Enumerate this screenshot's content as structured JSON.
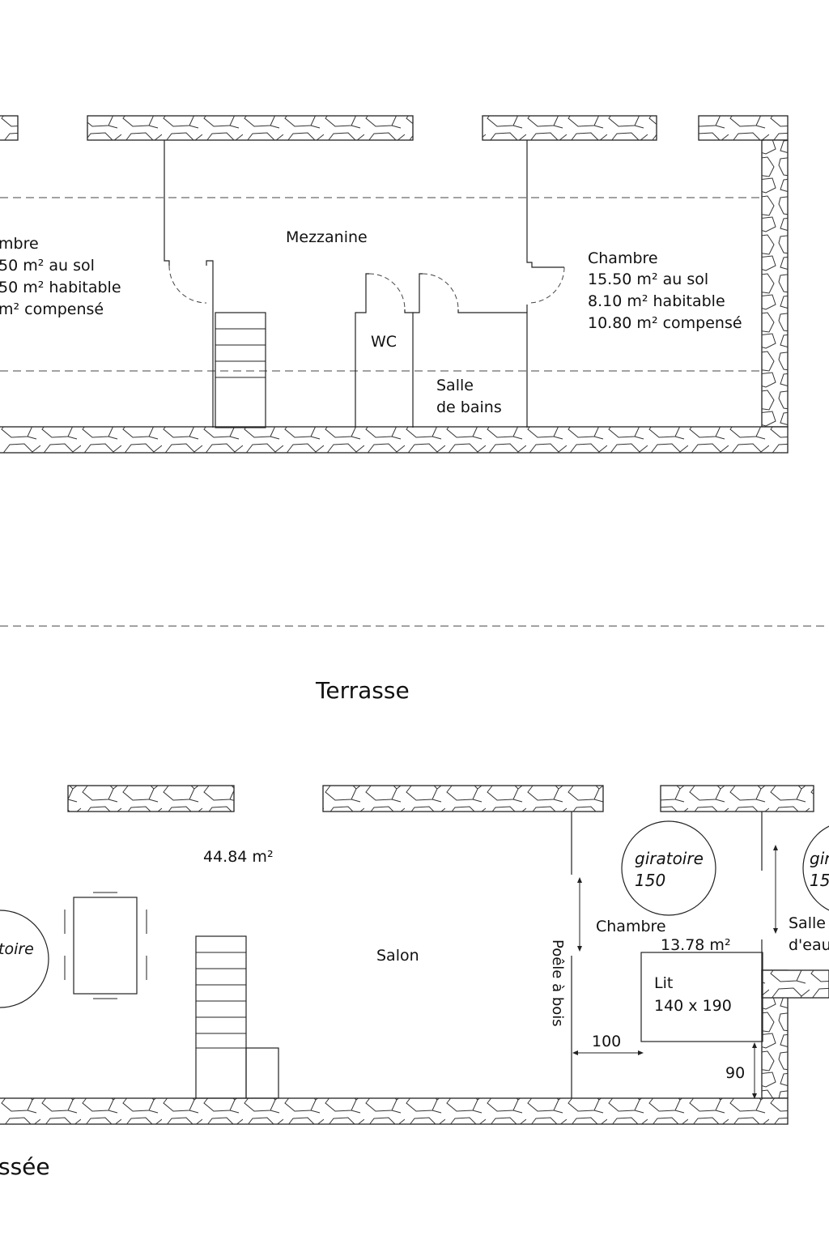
{
  "upper_floor": {
    "left_room": {
      "name": "mbre",
      "line1": "50 m² au sol",
      "line2": "50 m² habitable",
      "line3": "m² compensé"
    },
    "mezzanine": "Mezzanine",
    "wc": "WC",
    "bathroom": {
      "line1": "Salle",
      "line2": "de bains"
    },
    "right_room": {
      "name": "Chambre",
      "line1": "15.50 m² au sol",
      "line2": "8.10 m² habitable",
      "line3": "10.80 m² compensé"
    }
  },
  "terrace": "Terrasse",
  "ground_floor": {
    "title": "ssée",
    "salon_area": "44.84 m²",
    "salon": "Salon",
    "left_giratoire": "toire",
    "stove": "Poêle à bois",
    "bedroom": "Chambre",
    "bedroom_area": "13.78 m²",
    "giratoire_1": {
      "line1": "giratoire",
      "line2": "150"
    },
    "giratoire_2": {
      "line1": "gir",
      "line2": "15"
    },
    "shower_room": {
      "line1": "Salle",
      "line2": "d'eau"
    },
    "bed": {
      "line1": "Lit",
      "line2": "140 x 190"
    },
    "dim_100": "100",
    "dim_90": "90"
  }
}
